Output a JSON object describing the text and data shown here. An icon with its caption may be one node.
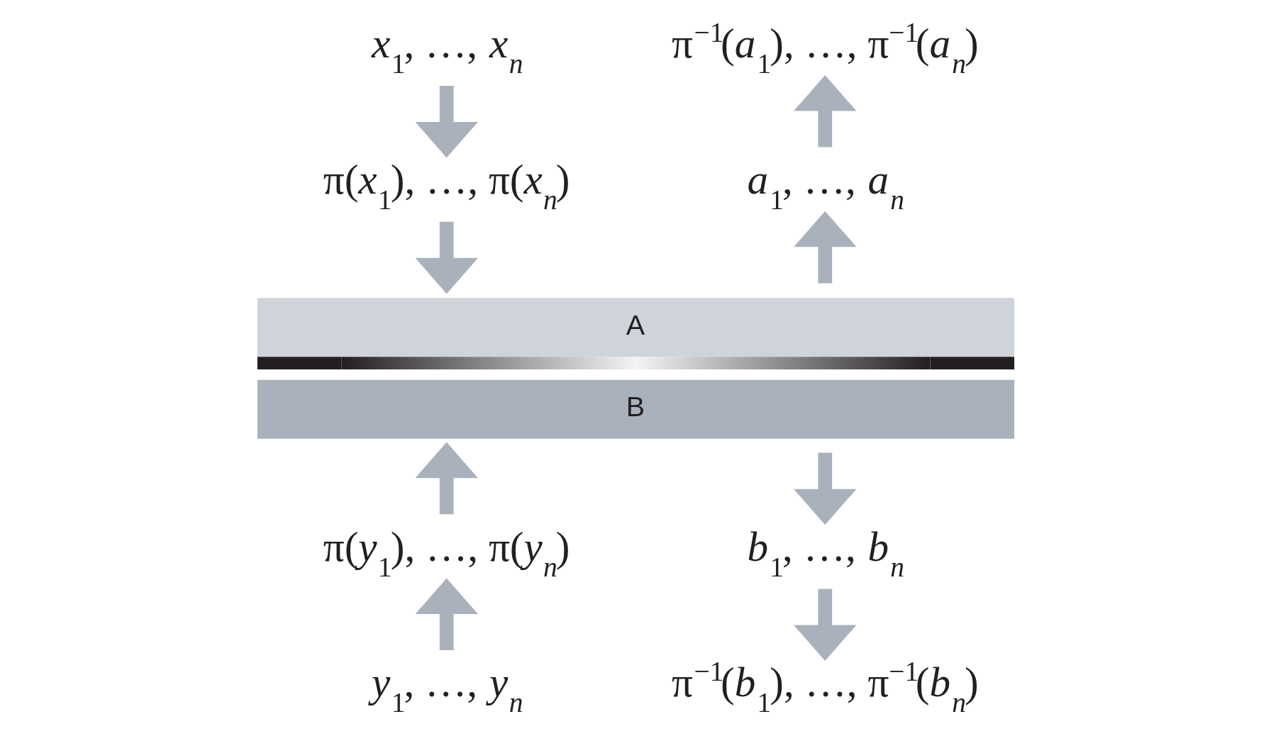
{
  "diagram": {
    "nodes": [
      {
        "text": [
          "x$_{1}$, …, x$_{n}$"
        ]
      },
      {
        "text": [
          "π$^{−1}$(a$_{1}$), …, π$^{−1}$(a$_{n}$)"
        ]
      },
      {
        "text": [
          "π(x$_{1}$), …, π(x$_{n}$)"
        ]
      },
      {
        "text": [
          "a$_{1}$, …, a$_{n}$"
        ]
      },
      {
        "text": [
          "A"
        ]
      },
      {
        "text": [
          "B"
        ]
      },
      {
        "text": [
          "π(y$_{1}$), …, π(y$_{n}$)"
        ]
      },
      {
        "text": [
          "b$_{1}$, …, b$_{n}$"
        ]
      },
      {
        "text": [
          "y$_{1}$, …, y$_{n}$"
        ]
      },
      {
        "text": [
          "π$^{−1}$(b$_{1}$), …, π$^{−1}$(b$_{n}$)"
        ]
      }
    ],
    "edges": [
      {
        "from": 0,
        "to": 2,
        "arrow": "to"
      },
      {
        "from": 2,
        "to": 4,
        "arrow": "to"
      },
      {
        "from": 4,
        "to": 3,
        "arrow": "to"
      },
      {
        "from": 3,
        "to": 1,
        "arrow": "to"
      },
      {
        "from": 8,
        "to": 6,
        "arrow": "to"
      },
      {
        "from": 6,
        "to": 5,
        "arrow": "to"
      },
      {
        "from": 5,
        "to": 7,
        "arrow": "to"
      },
      {
        "from": 7,
        "to": 9,
        "arrow": "to"
      }
    ]
  }
}
